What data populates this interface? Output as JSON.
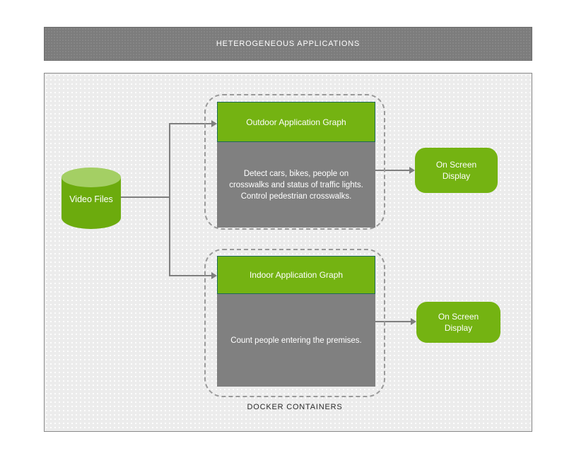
{
  "banner": {
    "title": "HETEROGENEOUS APPLICATIONS"
  },
  "canvas": {
    "video_files": {
      "label": "Video Files"
    },
    "outdoor": {
      "title": "Outdoor Application Graph",
      "description": "Detect cars, bikes, people on\ncrosswalks and status of traffic lights.\nControl pedestrian crosswalks."
    },
    "indoor": {
      "title": "Indoor Application Graph",
      "description": "Count people entering the premises."
    },
    "osd_outdoor": {
      "label": "On Screen\nDisplay"
    },
    "osd_indoor": {
      "label": "On Screen\nDisplay"
    },
    "docker_caption": "DOCKER CONTAINERS"
  },
  "colors": {
    "green": "#74b312",
    "green_dark": "#6cab0d",
    "green_light": "#a4cf64",
    "green_border": "#1d6a57",
    "gray": "#808080",
    "banner_gray": "#7c7c7c",
    "dash": "#9a9a9a",
    "connector": "#7f7f7f"
  }
}
